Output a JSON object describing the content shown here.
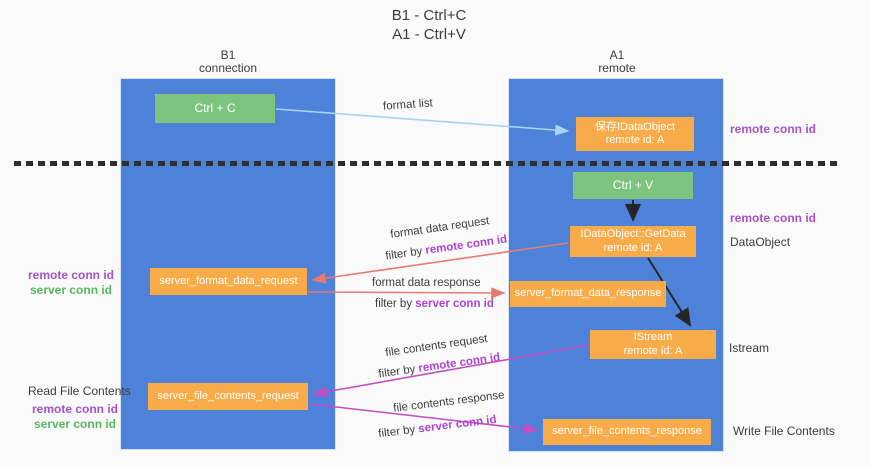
{
  "title": {
    "line1": "B1 - Ctrl+C",
    "line2": "A1 - Ctrl+V"
  },
  "lanes": {
    "left": {
      "header_line1": "B1",
      "header_line2": "connection"
    },
    "right": {
      "header_line1": "A1",
      "header_line2": "remote"
    }
  },
  "boxes": {
    "ctrl_c": "Ctrl + C",
    "ctrl_v": "Ctrl + V",
    "save_dataobject": {
      "line1": "保存IDataObject",
      "line2": "remote id: A"
    },
    "getdata": {
      "line1": "IDataObject::GetData",
      "line2": "remote id: A"
    },
    "istream": {
      "line1": "IStream",
      "line2": "remote id: A"
    },
    "format_request": "server_format_data_request",
    "format_response": "server_format_data_response",
    "file_request": "server_file_contents_request",
    "file_response": "server_file_contents_response"
  },
  "side_labels": {
    "right_remote_conn_top": "remote conn id",
    "right_remote_conn_mid": "remote conn id",
    "dataobject": "DataObject",
    "istream": "Istream",
    "write_file": "Write File Contents",
    "read_file": "Read File Contents",
    "left_remote_conn_mid": "remote conn id",
    "left_server_conn_mid": "server conn id",
    "left_remote_conn_bottom": "remote conn id",
    "left_server_conn_bottom": "server conn id"
  },
  "arrow_labels": {
    "format_list": "format list",
    "format_data_request": "format data request",
    "filter_remote_1": {
      "prefix": "filter by ",
      "highlight": "remote conn id"
    },
    "format_data_response": "format data response",
    "filter_server_1": {
      "prefix": "filter by ",
      "highlight": "server conn id"
    },
    "file_contents_request": "file contents request",
    "filter_remote_2": {
      "prefix": "filter by ",
      "highlight": "remote conn id"
    },
    "file_contents_response": "file contents response",
    "filter_server_2": {
      "prefix": "filter by ",
      "highlight": "server conn id"
    }
  },
  "colors": {
    "lane_blue": "#4e82d8",
    "box_orange": "#f8ab49",
    "box_green": "#7dc47f",
    "arrow_light_blue": "#a6d3f1",
    "arrow_salmon": "#e87a72",
    "arrow_magenta": "#c44ec4",
    "arrow_black": "#262626",
    "label_purple": "#a751c9",
    "label_green": "#58b75d",
    "background": "#fafafa"
  }
}
